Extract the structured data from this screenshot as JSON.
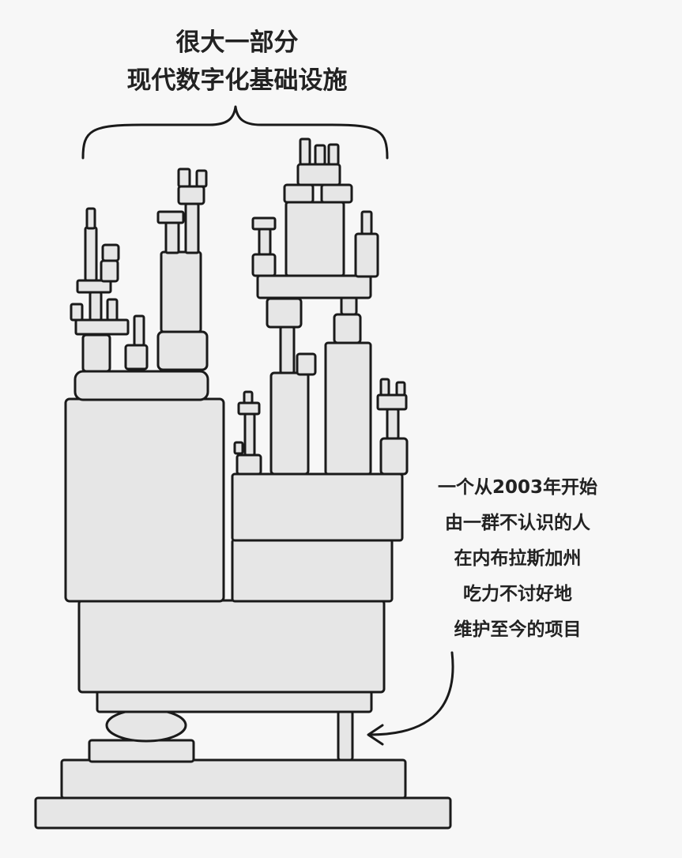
{
  "top_label": {
    "line1": "很大一部分",
    "line2": "现代数字化基础设施"
  },
  "side_note": {
    "lines": [
      "一个从2003年开始",
      "由一群不认识的人",
      "在内布拉斯加州",
      "吃力不讨好地",
      "维护至今的项目"
    ]
  }
}
